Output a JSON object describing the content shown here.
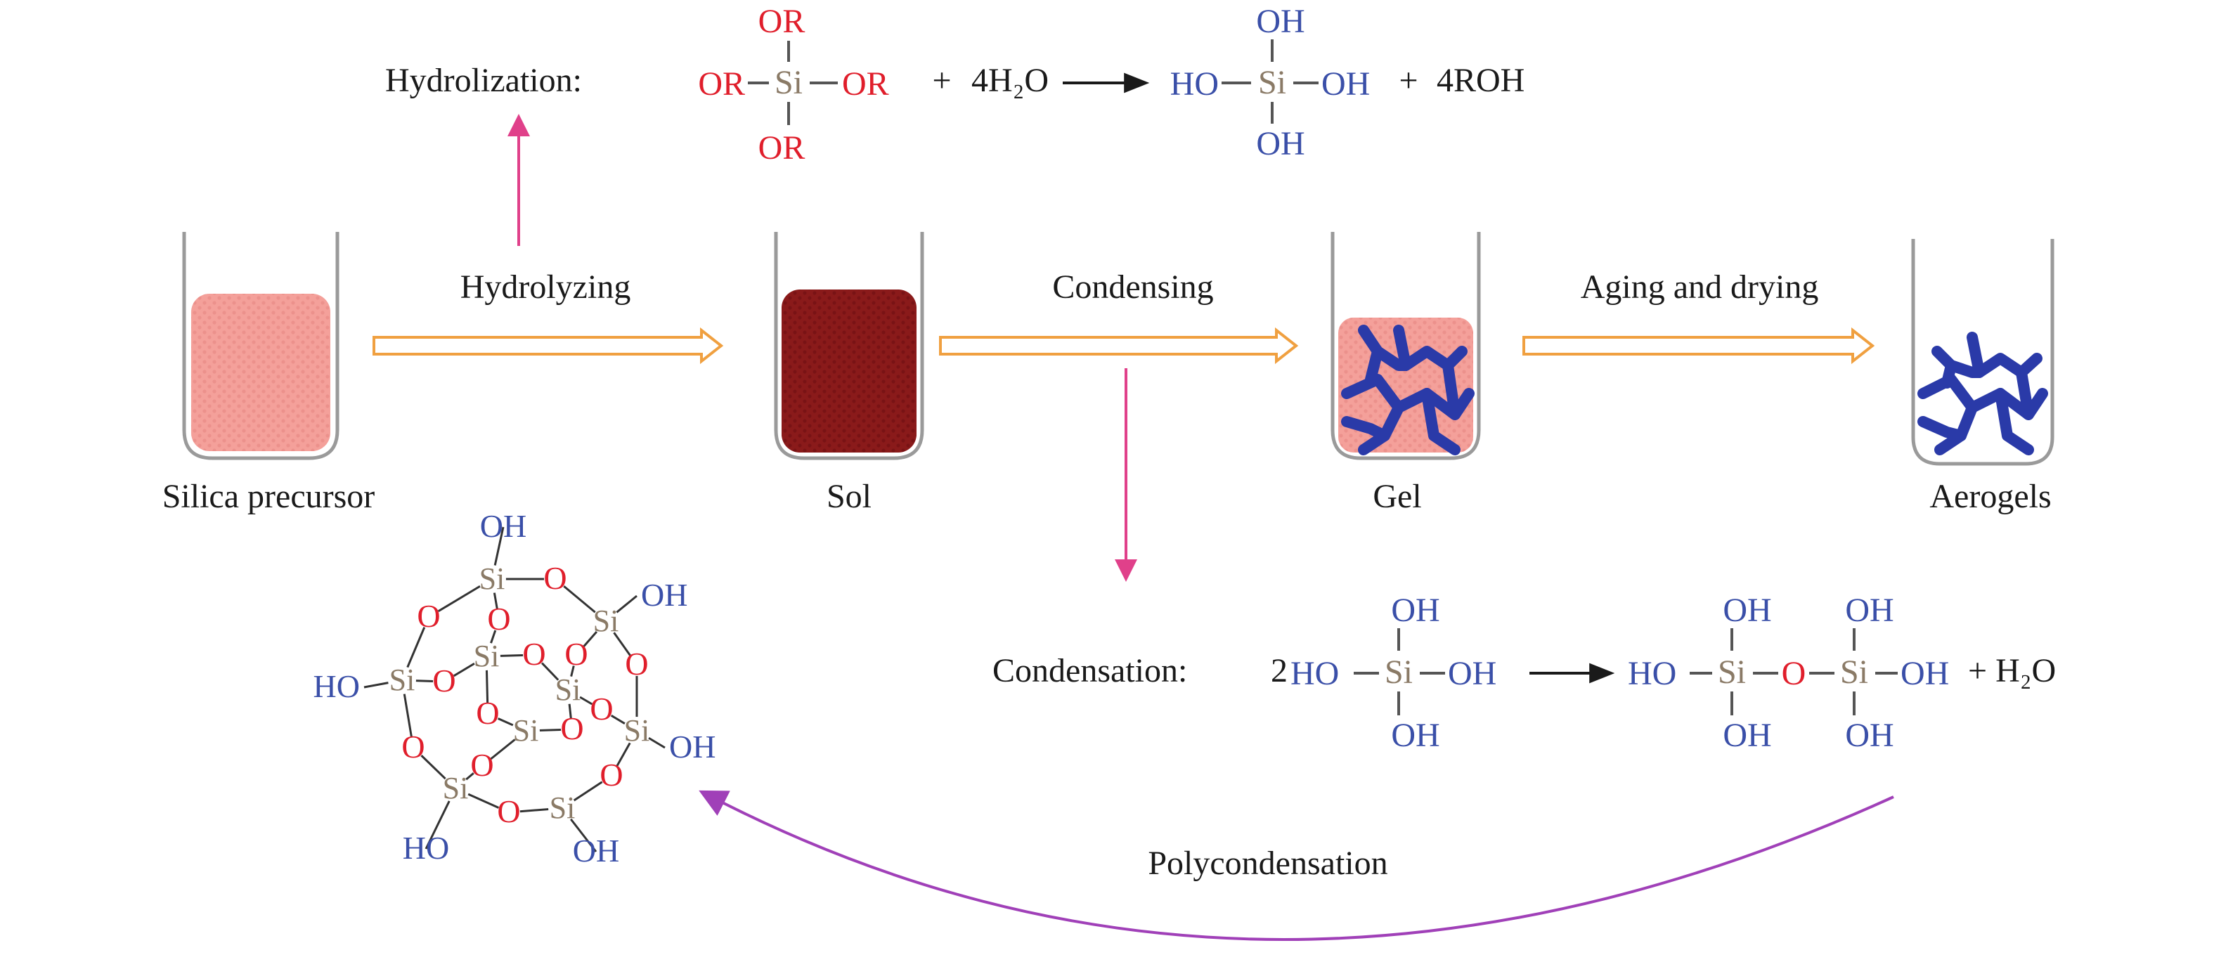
{
  "steps": {
    "hydrolyzing": "Hydrolyzing",
    "condensing": "Condensing",
    "aging_drying": "Aging and drying",
    "polycondensation": "Polycondensation"
  },
  "stages": {
    "silica_precursor": "Silica precursor",
    "sol": "Sol",
    "gel": "Gel",
    "aerogels": "Aerogels"
  },
  "hydrolization": {
    "label": "Hydrolization:",
    "or": "OR",
    "si": "Si",
    "plus": "+",
    "water": "4H₂O",
    "oh": "OH",
    "ho": "HO",
    "product2": "4ROH"
  },
  "condensation": {
    "label": "Condensation:",
    "coef": "2",
    "ho": "HO",
    "oh": "OH",
    "si": "Si",
    "o": "O",
    "tail": "+ H₂O"
  },
  "cage": {
    "si": "Si",
    "o": "O",
    "oh": "OH",
    "ho": "HO"
  },
  "colors": {
    "red": "#e01e2b",
    "blue": "#3a4fa8",
    "silicon": "#8a7a66",
    "pink_arrow": "#e0408a",
    "purple_arrow": "#a040b8",
    "orange_arrow": "#f0a040",
    "precursor_fill": "#f4a09a",
    "sol_fill": "#8a1a1a",
    "network": "#2a3aa8"
  }
}
